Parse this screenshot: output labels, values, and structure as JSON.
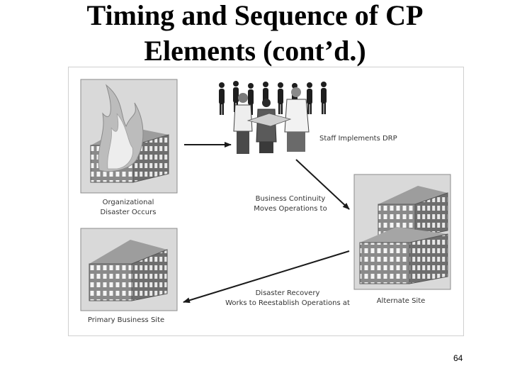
{
  "slide": {
    "title_line1": "Timing and Sequence of CP",
    "title_line2": "Elements (cont’d.)",
    "page_number": "64"
  },
  "diagram": {
    "disaster_caption": [
      "Organizational",
      "Disaster Occurs"
    ],
    "staff_caption": "Staff Implements DRP",
    "continuity_caption": [
      "Business Continuity",
      "Moves Operations to"
    ],
    "alternate_caption": "Alternate Site",
    "recovery_caption": [
      "Disaster Recovery",
      "Works to Reestablish Operations at"
    ],
    "primary_caption": "Primary Business Site"
  }
}
